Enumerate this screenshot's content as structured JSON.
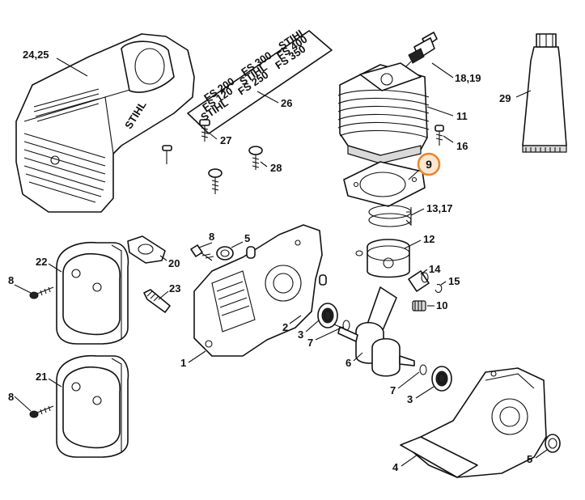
{
  "labels": {
    "l_24_25": "24,25",
    "l_26": "26",
    "l_27": "27",
    "l_28": "28",
    "l_29": "29",
    "l_18_19": "18,19",
    "l_11": "11",
    "l_16": "16",
    "l_9": "9",
    "l_13_17": "13,17",
    "l_12": "12",
    "l_14": "14",
    "l_15": "15",
    "l_10": "10",
    "l_8a": "8",
    "l_5a": "5",
    "l_20": "20",
    "l_22": "22",
    "l_8b": "8",
    "l_23": "23",
    "l_2": "2",
    "l_3a": "3",
    "l_7a": "7",
    "l_1": "1",
    "l_6": "6",
    "l_7b": "7",
    "l_3b": "3",
    "l_21": "21",
    "l_8c": "8",
    "l_4": "4",
    "l_5b": "5"
  },
  "decal_lines": [
    "STIHL",
    "FS 120",
    "FS 200",
    "FS 250",
    "STIHL",
    "FS 300",
    "FS 350",
    "FS 400",
    "STIHL"
  ],
  "shroud_brand": "STIHL",
  "highlight": {
    "part": "9",
    "color": "#e8862d"
  }
}
